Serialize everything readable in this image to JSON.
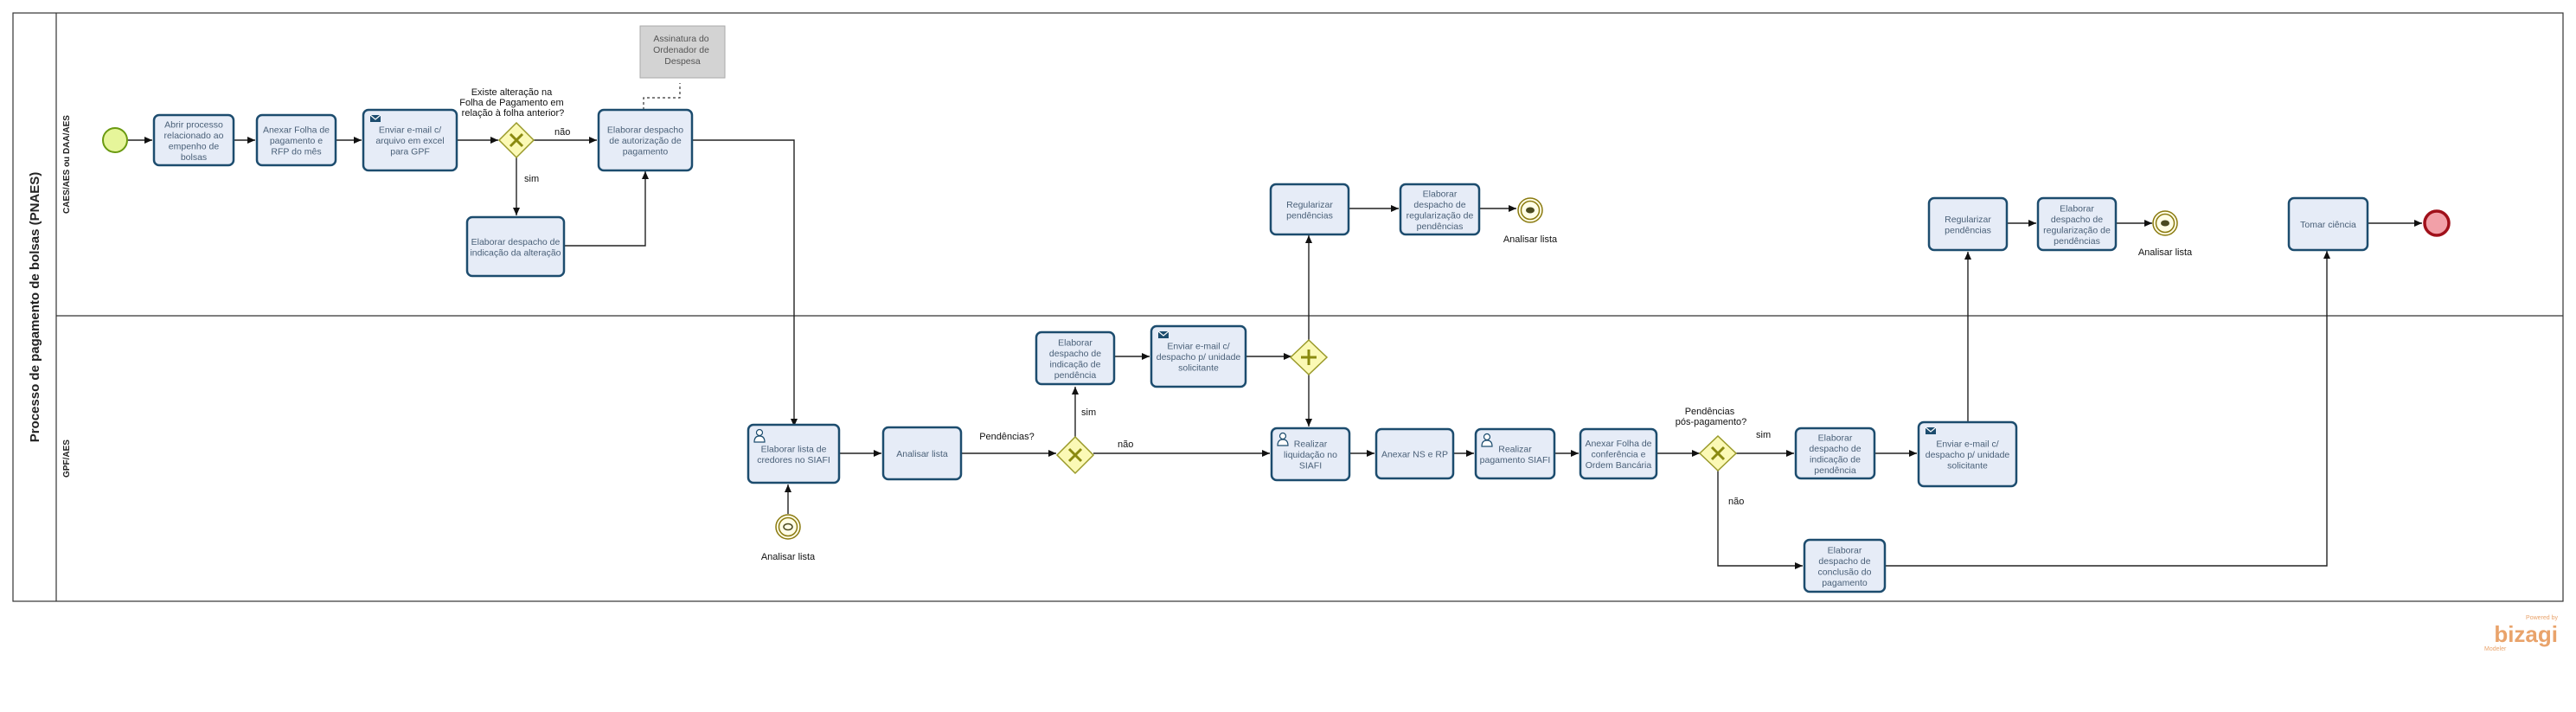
{
  "pool": {
    "title": "Processo de pagamento de bolsas (PNAES)"
  },
  "lanes": {
    "top": "CAES/AES ou DAA/AES",
    "bottom": "GPF/AES"
  },
  "tasks": {
    "abrir_processo": [
      "Abrir processo",
      "relacionado ao",
      "empenho de",
      "bolsas"
    ],
    "anexar_folha": [
      "Anexar Folha de",
      "pagamento e",
      "RFP do mês"
    ],
    "enviar_email_gpf": [
      "Enviar e-mail c/",
      "arquivo em excel",
      "para GPF"
    ],
    "despacho_autorizacao": [
      "Elaborar despacho",
      "de autorização de",
      "pagamento"
    ],
    "despacho_alteracao": [
      "Elaborar despacho de",
      "indicação da alteração"
    ],
    "regularizar_1": [
      "Regularizar",
      "pendências"
    ],
    "despacho_regularizacao_1": [
      "Elaborar",
      "despacho de",
      "regularização de",
      "pendências"
    ],
    "regularizar_2": [
      "Regularizar",
      "pendências"
    ],
    "despacho_regularizacao_2": [
      "Elaborar",
      "despacho de",
      "regularização de",
      "pendências"
    ],
    "tomar_ciencia": [
      "Tomar ciência"
    ],
    "elaborar_lista": [
      "Elaborar lista de",
      "credores no SIAFI"
    ],
    "analisar_lista": [
      "Analisar lista"
    ],
    "despacho_pendencia_1": [
      "Elaborar",
      "despacho de",
      "indicação de",
      "pendência"
    ],
    "enviar_email_unidade_1": [
      "Enviar e-mail c/",
      "despacho p/ unidade",
      "solicitante"
    ],
    "realizar_liquidacao": [
      "Realizar",
      "liquidação no",
      "SIAFI"
    ],
    "anexar_ns": [
      "Anexar NS e RP"
    ],
    "realizar_pagamento": [
      "Realizar",
      "pagamento SIAFI"
    ],
    "anexar_folha_conferencia": [
      "Anexar Folha de",
      "conferência e",
      "Ordem Bancária"
    ],
    "despacho_pendencia_2": [
      "Elaborar",
      "despacho de",
      "indicação de",
      "pendência"
    ],
    "enviar_email_unidade_2": [
      "Enviar e-mail c/",
      "despacho p/ unidade",
      "solicitante"
    ],
    "despacho_conclusao": [
      "Elaborar",
      "despacho de",
      "conclusão do",
      "pagamento"
    ]
  },
  "annotation": [
    "Assinatura do",
    "Ordenador de",
    "Despesa"
  ],
  "gateways": {
    "alteracao_question": [
      "Existe alteração na",
      "Folha de Pagamento em",
      "relação à folha anterior?"
    ],
    "pendencias_question": "Pendências?",
    "pos_pagamento_question": [
      "Pendências",
      "pós-pagamento?"
    ]
  },
  "flow_labels": {
    "sim": "sim",
    "nao": "não"
  },
  "events": {
    "analisar_lista_top1": "Analisar lista",
    "analisar_lista_top2": "Analisar lista",
    "analisar_lista_bottom": "Analisar lista"
  },
  "branding": {
    "powered_by": "Powered by",
    "name": "bizagi",
    "product": "Modeler"
  },
  "colors": {
    "task_fill": "#e6ecf7",
    "task_stroke": "#1c4c6e",
    "start_fill": "#e6f59a",
    "start_stroke": "#6a9a10",
    "end_fill": "#f2a0a8",
    "end_stroke": "#a0101a",
    "gateway_fill": "#fbf9b5",
    "intermediate_stroke": "#8a7a10",
    "brand": "#e9a36b"
  },
  "icons": [
    "envelope-icon",
    "user-icon",
    "message-event-icon",
    "exclusive-gateway-icon",
    "parallel-gateway-icon"
  ]
}
